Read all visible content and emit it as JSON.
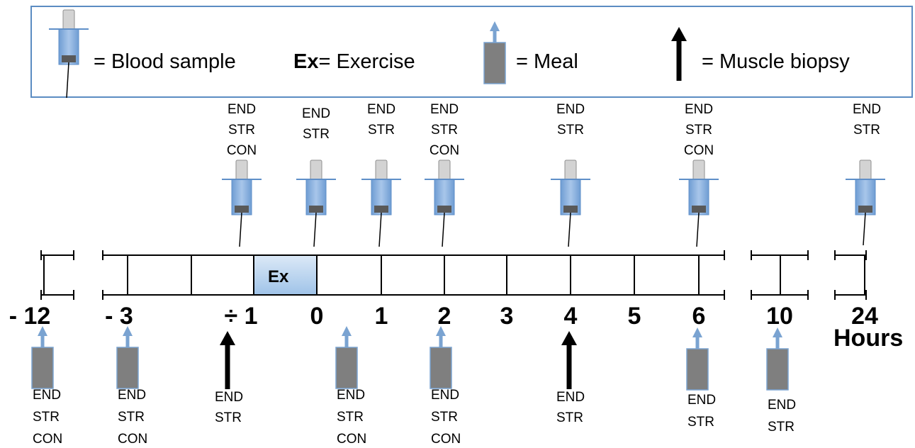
{
  "legend": {
    "blood_sample": "= Blood sample",
    "exercise_bold": "Ex",
    "exercise_text": "= Exercise",
    "meal": "= Meal",
    "muscle_biopsy": "= Muscle biopsy"
  },
  "timeline": {
    "exercise_box_label": "Ex",
    "ticks": [
      "- 12",
      "- 3",
      "÷ 1",
      "0",
      "1",
      "2",
      "3",
      "4",
      "5",
      "6",
      "10",
      "24"
    ],
    "unit": "Hours"
  },
  "blood_samples": [
    {
      "time": "÷ 1",
      "groups": [
        "END",
        "STR",
        "CON"
      ]
    },
    {
      "time": "0",
      "groups": [
        "END",
        "STR"
      ]
    },
    {
      "time": "1",
      "groups": [
        "END",
        "STR"
      ]
    },
    {
      "time": "2",
      "groups": [
        "END",
        "STR",
        "CON"
      ]
    },
    {
      "time": "4",
      "groups": [
        "END",
        "STR"
      ]
    },
    {
      "time": "6",
      "groups": [
        "END",
        "STR",
        "CON"
      ]
    },
    {
      "time": "24",
      "groups": [
        "END",
        "STR"
      ]
    }
  ],
  "meals": [
    {
      "time": "- 12",
      "groups": [
        "END",
        "STR",
        "CON"
      ]
    },
    {
      "time": "- 3",
      "groups": [
        "END",
        "STR",
        "CON"
      ]
    },
    {
      "time": "0.5",
      "groups": [
        "END",
        "STR",
        "CON"
      ]
    },
    {
      "time": "2",
      "groups": [
        "END",
        "STR",
        "CON"
      ]
    },
    {
      "time": "6",
      "groups": [
        "END",
        "STR"
      ]
    },
    {
      "time": "10",
      "groups": [
        "END",
        "STR"
      ]
    }
  ],
  "biopsies": [
    {
      "time": "÷ 1",
      "groups": [
        "END",
        "STR"
      ]
    },
    {
      "time": "4",
      "groups": [
        "END",
        "STR"
      ]
    }
  ],
  "colors": {
    "syringe_fill": "#7fa7d6",
    "syringe_plunger": "#d3d3d3",
    "syringe_tip": "#595959",
    "meal_fill": "#7f7f7f",
    "meal_arrow": "#7aa3d1",
    "exercise_fill": "#bcd6ef",
    "legend_border": "#5b8cc2"
  }
}
